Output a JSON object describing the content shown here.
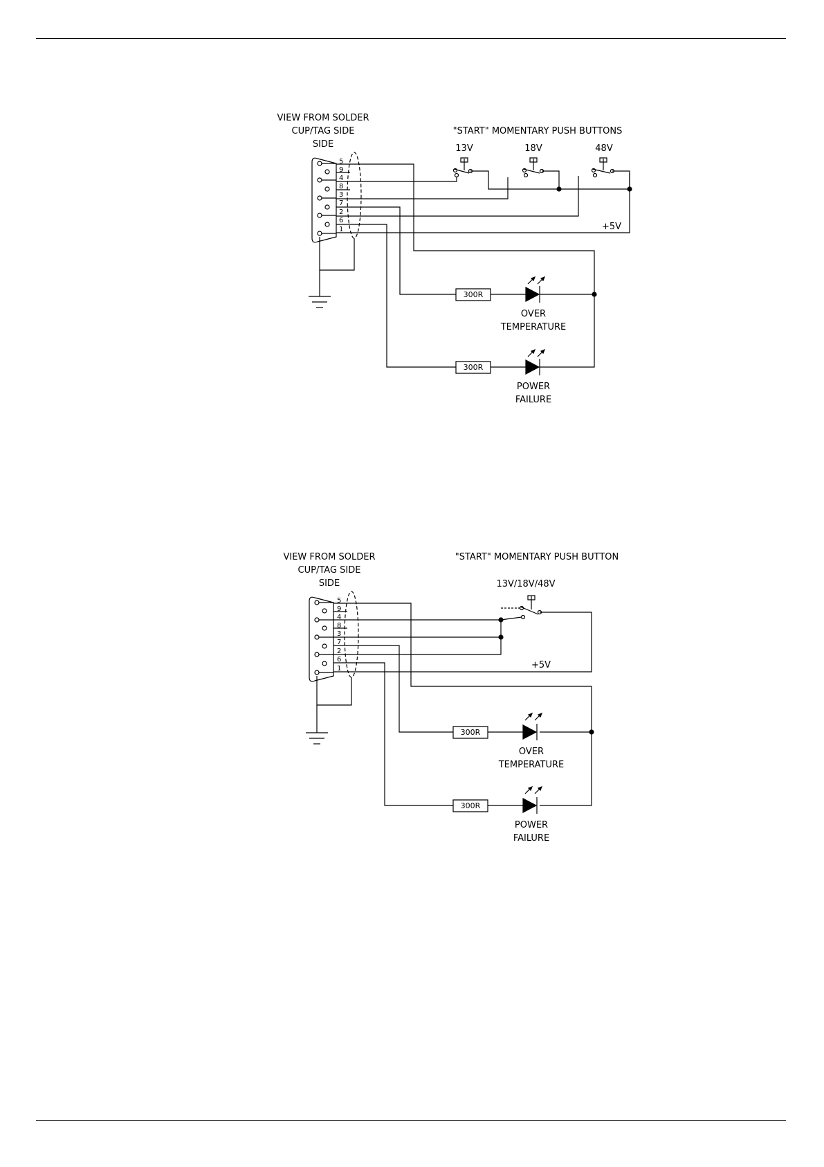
{
  "diagram1": {
    "header": [
      "VIEW FROM SOLDER",
      "CUP/TAG SIDE",
      "SIDE"
    ],
    "buttons_title": "\"START\" MOMENTARY PUSH BUTTONS",
    "button_labels": [
      "13V",
      "18V",
      "48V"
    ],
    "pins": [
      "5",
      "9",
      "4",
      "8",
      "3",
      "7",
      "2",
      "6",
      "1"
    ],
    "supply_label": "+5V",
    "resistor_label": "300R",
    "led_labels": {
      "over_temp": [
        "OVER",
        "TEMPERATURE"
      ],
      "power_fail": [
        "POWER",
        "FAILURE"
      ]
    }
  },
  "diagram2": {
    "header": [
      "VIEW FROM SOLDER",
      "CUP/TAG SIDE",
      "SIDE"
    ],
    "buttons_title": "\"START\" MOMENTARY PUSH BUTTON",
    "button_labels": [
      "13V/18V/48V"
    ],
    "pins": [
      "5",
      "9",
      "4",
      "8",
      "3",
      "7",
      "2",
      "6",
      "1"
    ],
    "supply_label": "+5V",
    "resistor_label": "300R",
    "led_labels": {
      "over_temp": [
        "OVER",
        "TEMPERATURE"
      ],
      "power_fail": [
        "POWER",
        "FAILURE"
      ]
    }
  }
}
